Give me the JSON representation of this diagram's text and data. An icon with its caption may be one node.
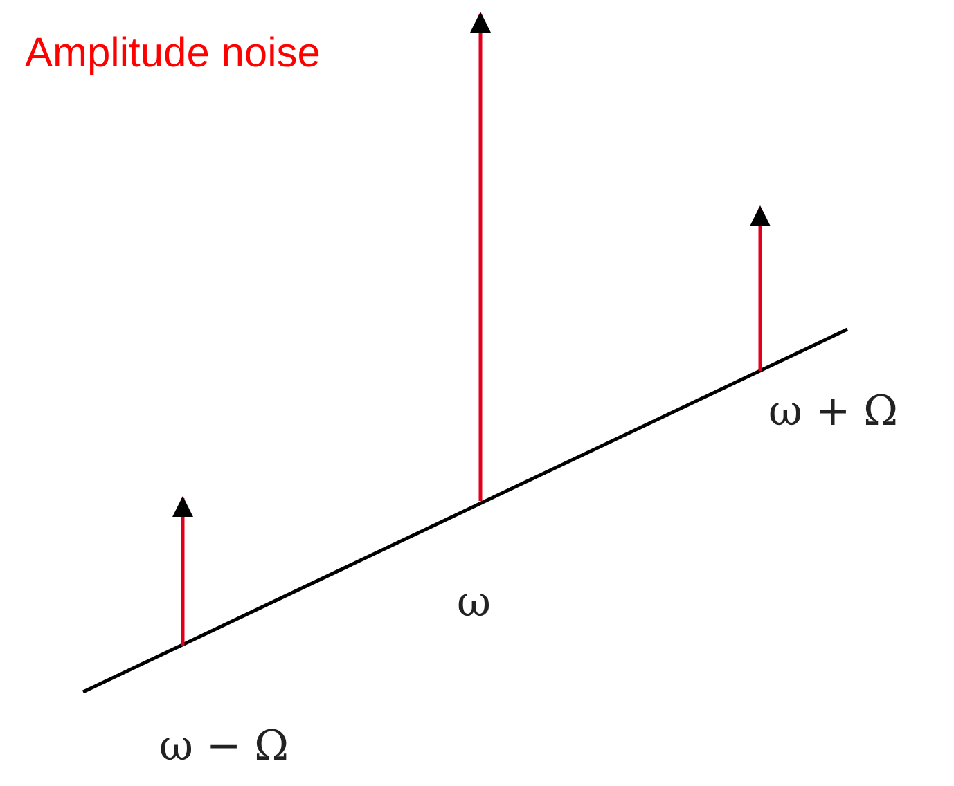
{
  "diagram": {
    "title": "Amplitude noise",
    "labels": [
      "ω − Ω",
      "ω",
      "ω + Ω"
    ]
  }
}
